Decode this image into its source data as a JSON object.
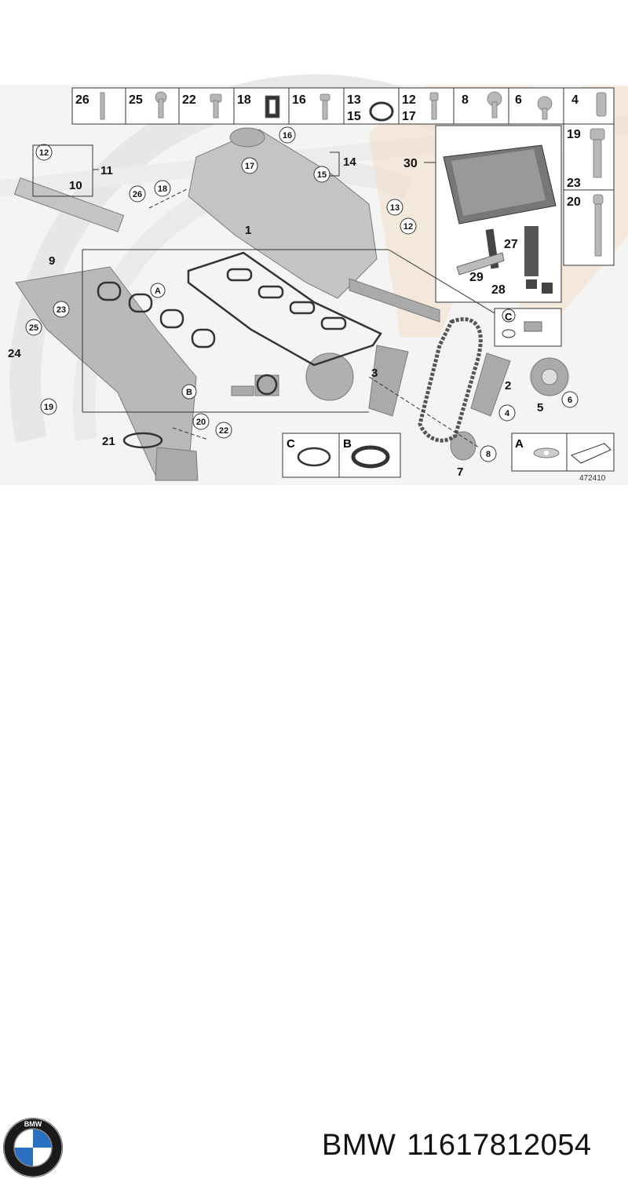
{
  "diagram": {
    "part_number_ref": "472410",
    "header_row": [
      {
        "num": "26"
      },
      {
        "num": "25"
      },
      {
        "num": "22"
      },
      {
        "num": "18"
      },
      {
        "num": "16"
      },
      {
        "num": "13",
        "num2": "15"
      },
      {
        "num": "12",
        "num2": "17"
      },
      {
        "num": "8"
      },
      {
        "num": "6"
      },
      {
        "num": "4"
      }
    ],
    "right_column": [
      {
        "num": "19",
        "num2": "23"
      },
      {
        "num": "20"
      }
    ],
    "kit_box": {
      "num": "30",
      "sub": [
        "27",
        "29",
        "28"
      ]
    },
    "callouts": {
      "c1": "1",
      "c2": "2",
      "c3": "3",
      "c4": "4",
      "c5": "5",
      "c6": "6",
      "c7": "7",
      "c8": "8",
      "c9": "9",
      "c10": "10",
      "c11": "11",
      "c12a": "12",
      "c12b": "12",
      "c13": "13",
      "c14": "14",
      "c15": "15",
      "c16": "16",
      "c17": "17",
      "c18": "18",
      "c19": "19",
      "c20": "20",
      "c21": "21",
      "c22": "22",
      "c23": "23",
      "c24": "24",
      "c25": "25",
      "c26": "26",
      "cA": "A",
      "cB": "B",
      "cC": "C"
    },
    "detail_boxes": {
      "C": "C",
      "B": "B",
      "A": "A"
    }
  },
  "footer": {
    "brand": "BMW",
    "part_number": "11617812054",
    "logo_letters": "BMW"
  },
  "colors": {
    "line": "#333333",
    "part_gray": "#b8b8b8",
    "bg_panel": "#f3f3f3",
    "watermark_orange": "#f3dcc8",
    "bmw_blue": "#2a6fc0"
  }
}
